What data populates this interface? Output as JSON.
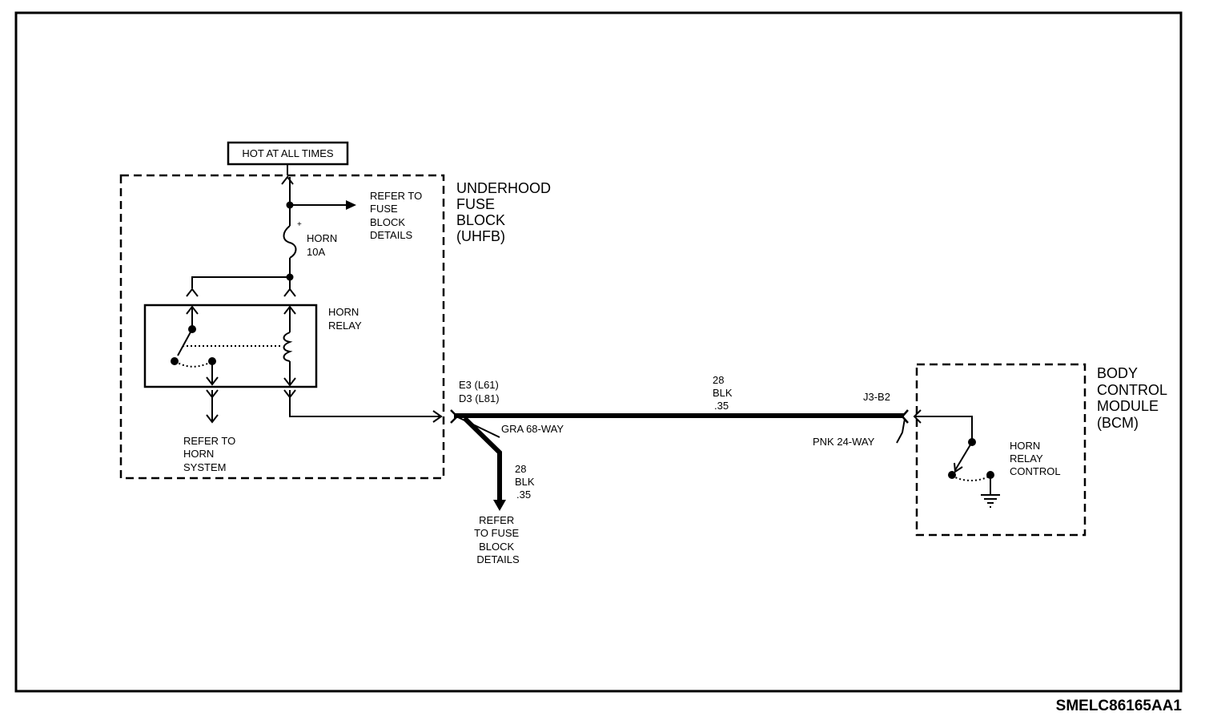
{
  "hot_label": "HOT AT ALL TIMES",
  "uhfb": {
    "title": [
      "UNDERHOOD",
      "FUSE",
      "BLOCK",
      "(UHFB)"
    ]
  },
  "refer_fuse_top": [
    "REFER TO",
    "FUSE",
    "BLOCK",
    "DETAILS"
  ],
  "fuse": {
    "name": "HORN",
    "rating": "10A"
  },
  "relay": [
    "HORN",
    "RELAY"
  ],
  "refer_horn": [
    "REFER TO",
    "HORN",
    "SYSTEM"
  ],
  "conn_left": [
    "E3 (L61)",
    "D3 (L81)"
  ],
  "conn_left_type": "GRA 68-WAY",
  "wire_main": [
    "28",
    "BLK",
    ".35"
  ],
  "wire_branch": [
    "28",
    "BLK",
    ".35"
  ],
  "refer_fuse_bottom": [
    "REFER",
    "TO FUSE",
    "BLOCK",
    "DETAILS"
  ],
  "conn_right": "J3-B2",
  "conn_right_type": "PNK 24-WAY",
  "bcm": {
    "title": [
      "BODY",
      "CONTROL",
      "MODULE",
      "(BCM)"
    ]
  },
  "horn_relay_control": [
    "HORN",
    "RELAY",
    "CONTROL"
  ],
  "diagram_id": "SMELC86165AA1"
}
